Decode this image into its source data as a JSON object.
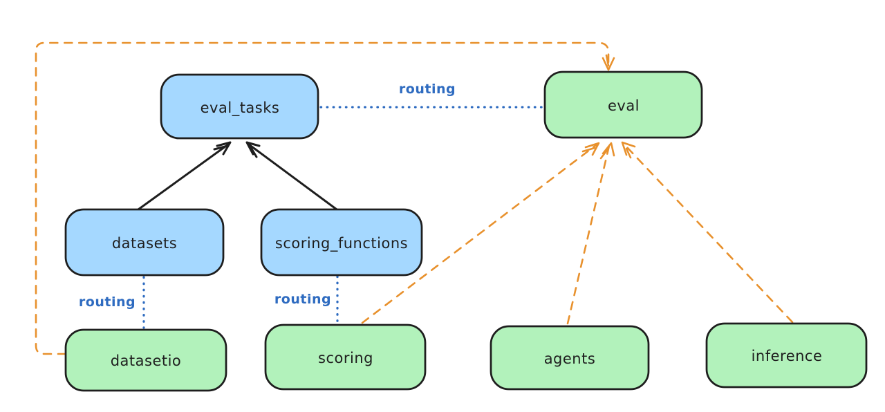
{
  "diagram": {
    "nodes": {
      "eval_tasks": {
        "label": "eval_tasks",
        "fill": "#a5d8ff"
      },
      "eval": {
        "label": "eval",
        "fill": "#b2f2bb"
      },
      "datasets": {
        "label": "datasets",
        "fill": "#a5d8ff"
      },
      "scoring_functions": {
        "label": "scoring_functions",
        "fill": "#a5d8ff"
      },
      "datasetio": {
        "label": "datasetio",
        "fill": "#b2f2bb"
      },
      "scoring": {
        "label": "scoring",
        "fill": "#b2f2bb"
      },
      "agents": {
        "label": "agents",
        "fill": "#b2f2bb"
      },
      "inference": {
        "label": "inference",
        "fill": "#b2f2bb"
      }
    },
    "edges": [
      {
        "from": "datasets",
        "to": "eval_tasks",
        "style": "solid-arrow",
        "color": "#1e1e1e"
      },
      {
        "from": "scoring_functions",
        "to": "eval_tasks",
        "style": "solid-arrow",
        "color": "#1e1e1e"
      },
      {
        "from": "eval_tasks",
        "to": "eval",
        "style": "dotted",
        "color": "#2e6bc0",
        "label": "routing"
      },
      {
        "from": "datasets",
        "to": "datasetio",
        "style": "dotted",
        "color": "#2e6bc0",
        "label": "routing"
      },
      {
        "from": "scoring_functions",
        "to": "scoring",
        "style": "dotted",
        "color": "#2e6bc0",
        "label": "routing"
      },
      {
        "from": "datasetio",
        "to": "eval",
        "style": "dashed-arrow",
        "color": "#e8912d"
      },
      {
        "from": "scoring",
        "to": "eval",
        "style": "dashed-arrow",
        "color": "#e8912d"
      },
      {
        "from": "agents",
        "to": "eval",
        "style": "dashed-arrow",
        "color": "#e8912d"
      },
      {
        "from": "inference",
        "to": "eval",
        "style": "dashed-arrow",
        "color": "#e8912d"
      }
    ],
    "colors": {
      "routing_blue": "#2e6bc0",
      "dependency_orange": "#e8912d",
      "stroke_black": "#1e1e1e",
      "blue_fill": "#a5d8ff",
      "green_fill": "#b2f2bb",
      "background": "#ffffff"
    }
  }
}
